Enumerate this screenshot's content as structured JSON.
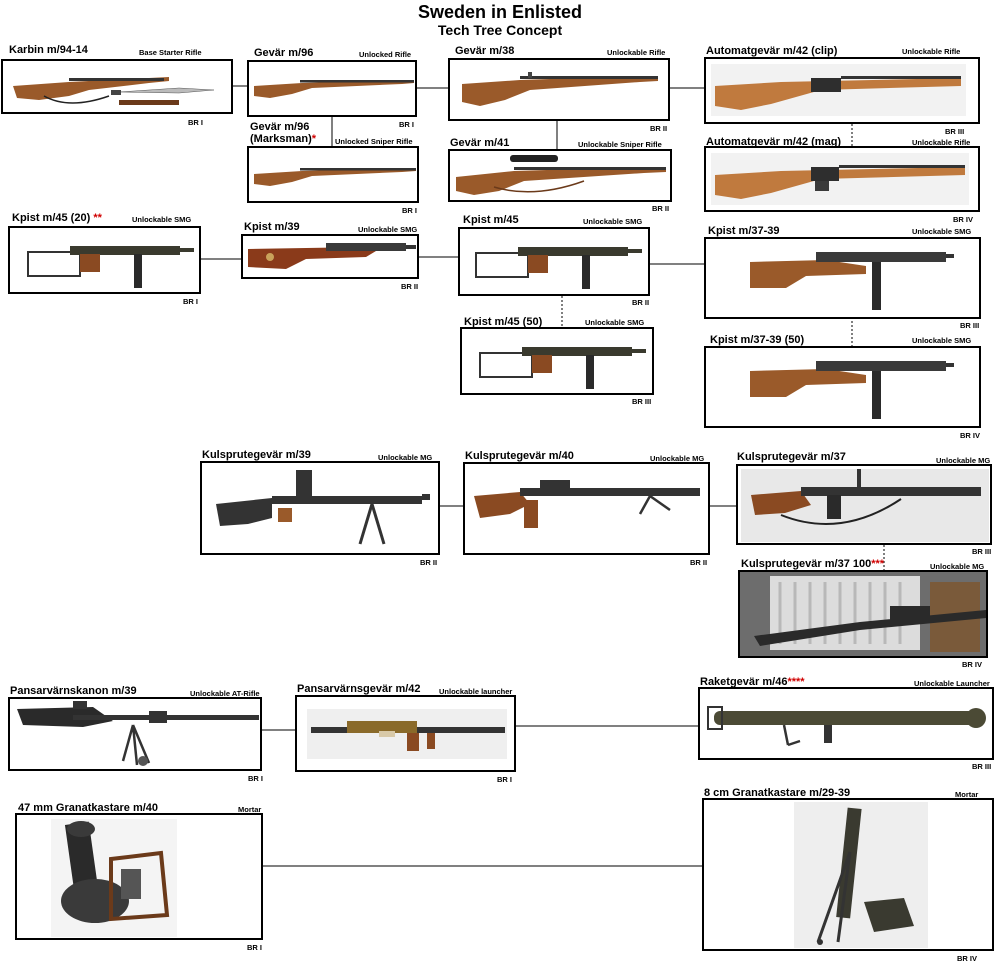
{
  "title": "Sweden in Enlisted",
  "subtitle": "Tech Tree Concept",
  "colors": {
    "wood": "#9a5a2a",
    "wood_light": "#c07a3e",
    "metal": "#2e2e2e",
    "olive": "#4b4a35",
    "stars": "#d00000"
  },
  "nodes": {
    "karbin": {
      "name": "Karbin m/94-14",
      "status": "Base Starter Rifle",
      "br": "BR I",
      "image": "rifle-with-bayonet"
    },
    "gevar96": {
      "name": "Gevär m/96",
      "status": "Unlocked Rifle",
      "br": "BR I",
      "image": "rifle"
    },
    "gevar96m": {
      "name_line1": "Gevär m/96",
      "name_line2": "(Marksman)",
      "stars": "*",
      "status": "Unlocked Sniper Rifle",
      "br": "BR I",
      "image": "rifle"
    },
    "gevar38": {
      "name": "Gevär m/38",
      "status": "Unlockable Rifle",
      "br": "BR II",
      "image": "rifle"
    },
    "gevar41": {
      "name": "Gevär m/41",
      "status": "Unlockable Sniper Rifle",
      "br": "BR II",
      "image": "scoped-rifle"
    },
    "ag42c": {
      "name": "Automatgevär m/42 (clip)",
      "status": "Unlockable Rifle",
      "br": "BR III",
      "image": "semi-auto-rifle"
    },
    "ag42m": {
      "name": "Automatgevär m/42 (mag)",
      "status": "Unlockable Rifle",
      "br": "BR IV",
      "image": "semi-auto-rifle"
    },
    "kp45_20": {
      "name": "Kpist m/45 (20)",
      "stars": "**",
      "status": "Unlockable SMG",
      "br": "BR I",
      "image": "smg-folding"
    },
    "kp39": {
      "name": "Kpist m/39",
      "status": "Unlockable SMG",
      "br": "BR II",
      "image": "smg-wood"
    },
    "kp45": {
      "name": "Kpist m/45",
      "status": "Unlockable SMG",
      "br": "BR II",
      "image": "smg-folding"
    },
    "kp45_50": {
      "name": "Kpist m/45 (50)",
      "status": "Unlockable SMG",
      "br": "BR III",
      "image": "smg-folding"
    },
    "kp3739": {
      "name": "Kpist m/37-39",
      "status": "Unlockable SMG",
      "br": "BR III",
      "image": "smg-wood"
    },
    "kp3739_50": {
      "name": "Kpist m/37-39 (50)",
      "status": "Unlockable SMG",
      "br": "BR IV",
      "image": "smg-wood"
    },
    "ksp39": {
      "name": "Kulsprutegevär m/39",
      "status": "Unlockable MG",
      "br": "BR II",
      "image": "lmg-bipod"
    },
    "ksp40": {
      "name": "Kulsprutegevär m/40",
      "status": "Unlockable MG",
      "br": "BR II",
      "image": "lmg"
    },
    "ksp37": {
      "name": "Kulsprutegevär m/37",
      "status": "Unlockable MG",
      "br": "BR III",
      "image": "bar"
    },
    "ksp37_100": {
      "name": "Kulsprutegevär m/37 100",
      "stars": "***",
      "status": "Unlockable MG",
      "br": "BR IV",
      "image": "mg-on-rack"
    },
    "pvk39": {
      "name": "Pansarvärnskanon m/39",
      "status": "Unlockable AT-Rifle",
      "br": "BR I",
      "image": "at-rifle"
    },
    "pvg42": {
      "name": "Pansarvärnsgevär m/42",
      "status": "Unlockable launcher",
      "br": "BR I",
      "image": "recoilless"
    },
    "rg46": {
      "name": "Raketgevär m/46",
      "stars": "****",
      "status": "Unlockable Launcher",
      "br": "BR III",
      "image": "bazooka"
    },
    "gk40": {
      "name": "47 mm Granatkastare m/40",
      "status": "Mortar",
      "br": "BR I",
      "image": "small-mortar"
    },
    "gk2939": {
      "name": "8 cm Granatkastare m/29-39",
      "status": "Mortar",
      "br": "BR IV",
      "image": "mortar"
    }
  }
}
